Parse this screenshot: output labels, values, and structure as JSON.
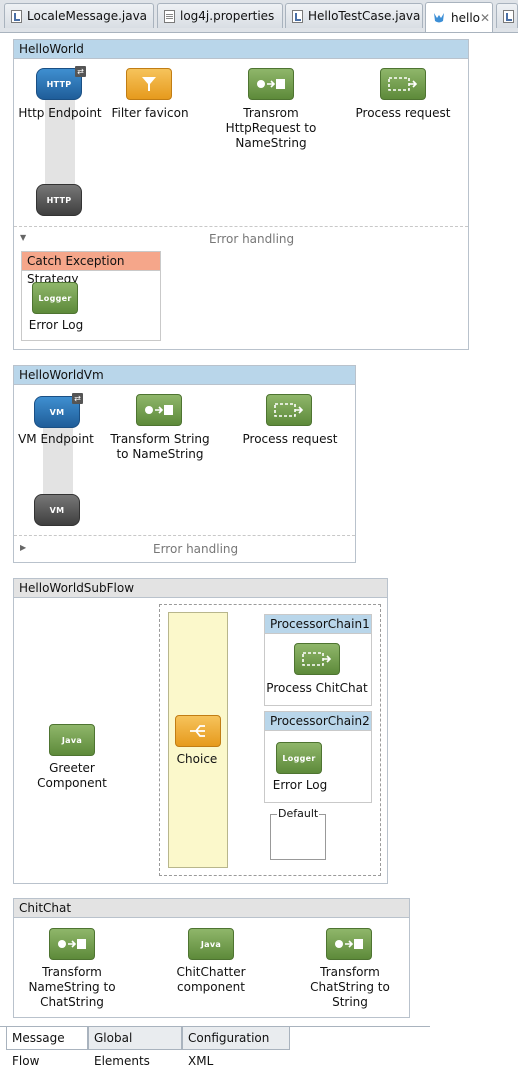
{
  "tabs": [
    {
      "label": "LocaleMessage.java",
      "icon": "java-file-icon"
    },
    {
      "label": "log4j.properties",
      "icon": "properties-file-icon"
    },
    {
      "label": "HelloTestCase.java",
      "icon": "java-file-icon"
    },
    {
      "label": "hello",
      "icon": "mule-config-icon",
      "close": "✕"
    }
  ],
  "flows": {
    "hello_world": {
      "title": "HelloWorld",
      "endpoint": {
        "label": "Http Endpoint",
        "badge": "HTTP"
      },
      "filter": {
        "label": "Filter favicon"
      },
      "transform": {
        "label_lines": [
          "Transrom",
          "HttpRequest to",
          "NameString"
        ]
      },
      "process": {
        "label": "Process request"
      },
      "response_badge": "HTTP",
      "error_handling": "Error handling",
      "catch_strategy": {
        "title": "Catch Exception Strategy",
        "logger": {
          "label": "Error Log",
          "badge": "Logger"
        }
      }
    },
    "hello_world_vm": {
      "title": "HelloWorldVm",
      "endpoint": {
        "label": "VM Endpoint",
        "badge": "VM"
      },
      "transform": {
        "label_lines": [
          "Transform String",
          "to NameString"
        ]
      },
      "process": {
        "label": "Process request"
      },
      "response_badge": "VM",
      "error_handling": "Error handling"
    },
    "sub_flow": {
      "title": "HelloWorldSubFlow",
      "greeter": {
        "label_lines": [
          "Greeter",
          "Component"
        ],
        "badge": "Java"
      },
      "choice": {
        "label": "Choice"
      },
      "chain1": {
        "title": "ProcessorChain1",
        "label": "Process ChitChat"
      },
      "chain2": {
        "title": "ProcessorChain2",
        "label": "Error Log",
        "badge": "Logger"
      },
      "default": {
        "label": "Default"
      }
    },
    "chit_chat": {
      "title": "ChitChat",
      "transform1": {
        "label_lines": [
          "Transform",
          "NameString to",
          "ChatString"
        ]
      },
      "component": {
        "label_lines": [
          "ChitChatter",
          "component"
        ],
        "badge": "Java"
      },
      "transform2": {
        "label_lines": [
          "Transform",
          "ChatString to",
          "String"
        ]
      }
    }
  },
  "bottom_tabs": [
    "Message Flow",
    "Global Elements",
    "Configuration XML"
  ],
  "colors": {
    "flow_header": "#b9d6ea",
    "subflow_header": "#e3e3e3",
    "processor": "#6f9b49",
    "catch_header": "#f5a68a",
    "choice_fill": "#fbf8cb"
  }
}
